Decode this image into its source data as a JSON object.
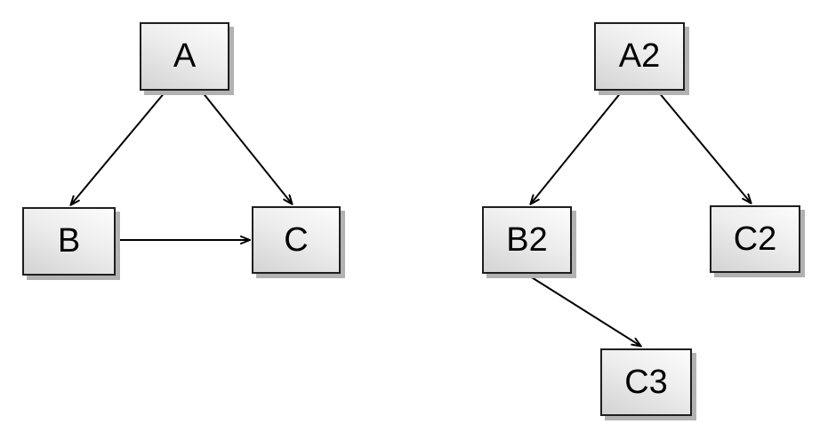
{
  "diagram": {
    "background_color": "#ffffff",
    "node_style": {
      "border_color": "#1f1f1f",
      "fill_light": "#fcfcfc",
      "fill_dark": "#d3d3d3",
      "shadow_color": "#b2b2b2",
      "text_color": "#000000",
      "edge_color": "#000000",
      "arrowhead": "open-v"
    },
    "graphs": [
      {
        "name": "left-graph",
        "nodes": [
          {
            "id": "A",
            "label": "A"
          },
          {
            "id": "B",
            "label": "B"
          },
          {
            "id": "C",
            "label": "C"
          }
        ],
        "edges": [
          {
            "from": "A",
            "to": "B"
          },
          {
            "from": "A",
            "to": "C"
          },
          {
            "from": "B",
            "to": "C"
          }
        ]
      },
      {
        "name": "right-graph",
        "nodes": [
          {
            "id": "A2",
            "label": "A2"
          },
          {
            "id": "B2",
            "label": "B2"
          },
          {
            "id": "C2",
            "label": "C2"
          },
          {
            "id": "C3",
            "label": "C3"
          }
        ],
        "edges": [
          {
            "from": "A2",
            "to": "B2"
          },
          {
            "from": "A2",
            "to": "C2"
          },
          {
            "from": "B2",
            "to": "C3"
          }
        ]
      }
    ]
  }
}
